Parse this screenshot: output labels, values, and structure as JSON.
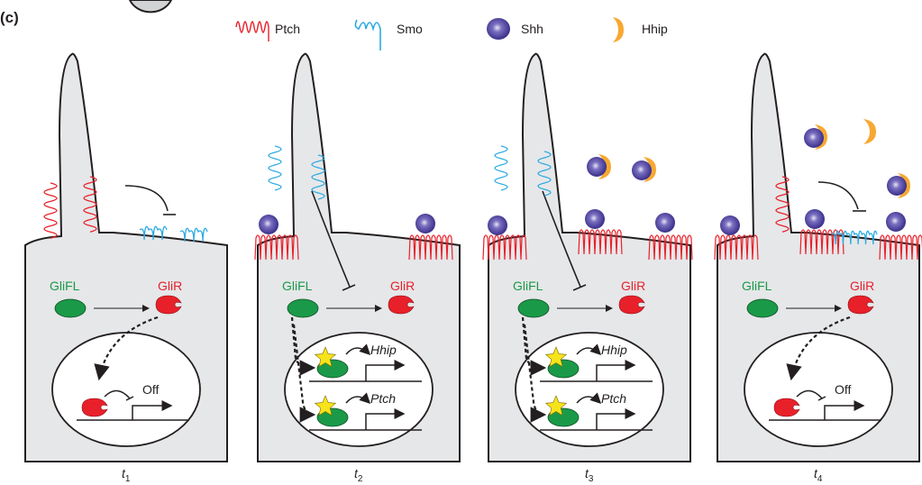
{
  "figure": {
    "panel_label": "(c)",
    "colors": {
      "ptch": "#e8202a",
      "smo": "#2aaae2",
      "shh": "#4b3fa0",
      "hhip": "#f7a832",
      "glifl": "#1a9a48",
      "glir": "#e8202a",
      "cell": "#e6e7e9",
      "star": "#f7e31a"
    }
  },
  "legend": [
    {
      "key": "ptch",
      "label": "Ptch",
      "icon": "ptch-coil-icon"
    },
    {
      "key": "smo",
      "label": "Smo",
      "icon": "smo-coil-icon"
    },
    {
      "key": "shh",
      "label": "Shh",
      "icon": "shh-ball-icon"
    },
    {
      "key": "hhip",
      "label": "Hhip",
      "icon": "hhip-crescent-icon"
    }
  ],
  "panels": [
    {
      "id": "t1",
      "time_label": "t",
      "time_sub": "1",
      "glifl_label": "GliFL",
      "glir_label": "GliR",
      "state": "off",
      "nucleus_text": "Off",
      "genes": []
    },
    {
      "id": "t2",
      "time_label": "t",
      "time_sub": "2",
      "glifl_label": "GliFL",
      "glir_label": "GliR",
      "state": "on",
      "genes": [
        "Hhip",
        "Ptch"
      ]
    },
    {
      "id": "t3",
      "time_label": "t",
      "time_sub": "3",
      "glifl_label": "GliFL",
      "glir_label": "GliR",
      "state": "on",
      "genes": [
        "Hhip",
        "Ptch"
      ]
    },
    {
      "id": "t4",
      "time_label": "t",
      "time_sub": "4",
      "glifl_label": "GliFL",
      "glir_label": "GliR",
      "state": "off",
      "nucleus_text": "Off",
      "genes": []
    }
  ]
}
